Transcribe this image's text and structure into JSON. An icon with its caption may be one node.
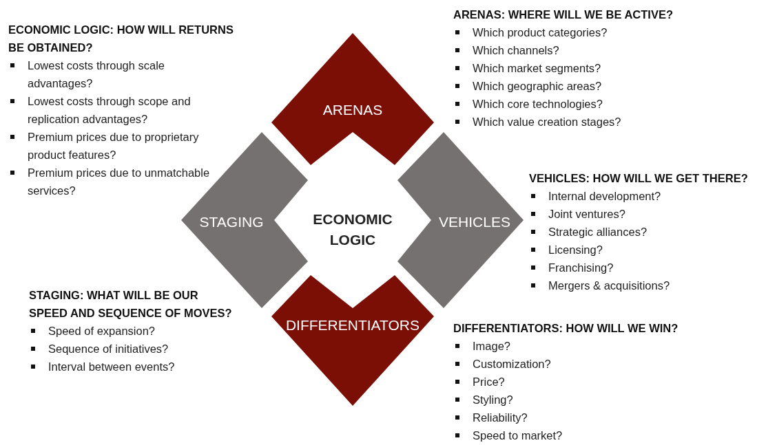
{
  "diagram": {
    "nodes": [
      {
        "text": [
          "ARENAS"
        ]
      },
      {
        "text": [
          "STAGING"
        ]
      },
      {
        "text": [
          "ECONOMIC LOGIC"
        ]
      },
      {
        "text": [
          "VEHICLES"
        ]
      },
      {
        "text": [
          "DIFFERENTIATORS"
        ]
      }
    ],
    "labels": [
      "ECONOMIC LOGIC: HOW WILL RETURNS BE OBTAINED?",
      "Lowest costs through scale advantages?",
      "Lowest costs through scope and replication advantages?",
      "Premium prices due to proprietary product features?",
      "Premium prices due to unmatchable services?",
      "ARENAS: WHERE WILL WE BE ACTIVE?",
      "Which product categories?",
      "Which channels?",
      "Which market segments?",
      "Which geographic areas?",
      "Which core technologies?",
      "Which value creation stages?",
      "VEHICLES: HOW WILL WE GET THERE?",
      "Internal development?",
      "Joint ventures?",
      "Strategic alliances?",
      "Licensing?",
      "Franchising?",
      "Mergers & acquisitions?",
      "STAGING: WHAT WILL BE OUR SPEED AND SEQUENCE OF MOVES?",
      "Speed of expansion?",
      "Sequence of initiatives?",
      "Interval between events?",
      "DIFFERENTIATORS: HOW WILL WE WIN?",
      "Image?",
      "Customization?",
      "Price?",
      "Styling?",
      "Reliability?",
      "Speed to market?"
    ]
  }
}
